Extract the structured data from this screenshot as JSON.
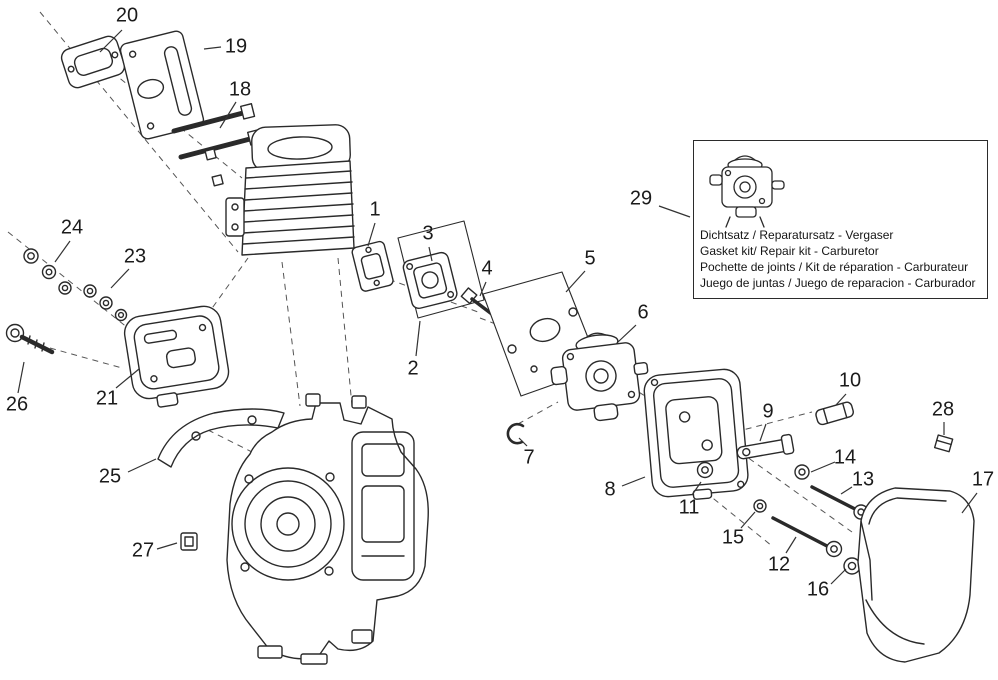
{
  "palette": {
    "ink": "#2a2a2a",
    "background": "#ffffff"
  },
  "part_labels": {
    "1": "1",
    "2": "2",
    "3": "3",
    "4": "4",
    "5": "5",
    "6": "6",
    "7": "7",
    "8": "8",
    "9": "9",
    "10": "10",
    "11": "11",
    "12": "12",
    "13": "13",
    "14": "14",
    "15": "15",
    "16": "16",
    "17": "17",
    "18": "18",
    "19": "19",
    "20": "20",
    "21": "21",
    "23": "23",
    "24": "24",
    "25": "25",
    "26": "26",
    "27": "27",
    "28": "28",
    "29": "29"
  },
  "callout": {
    "lines": [
      "Dichtsatz / Reparatursatz - Vergaser",
      "Gasket kit/ Repair kit - Carburetor",
      "Pochette de joints / Kit de réparation - Carburateur",
      "Juego de juntas / Juego de reparacion - Carburador"
    ]
  }
}
